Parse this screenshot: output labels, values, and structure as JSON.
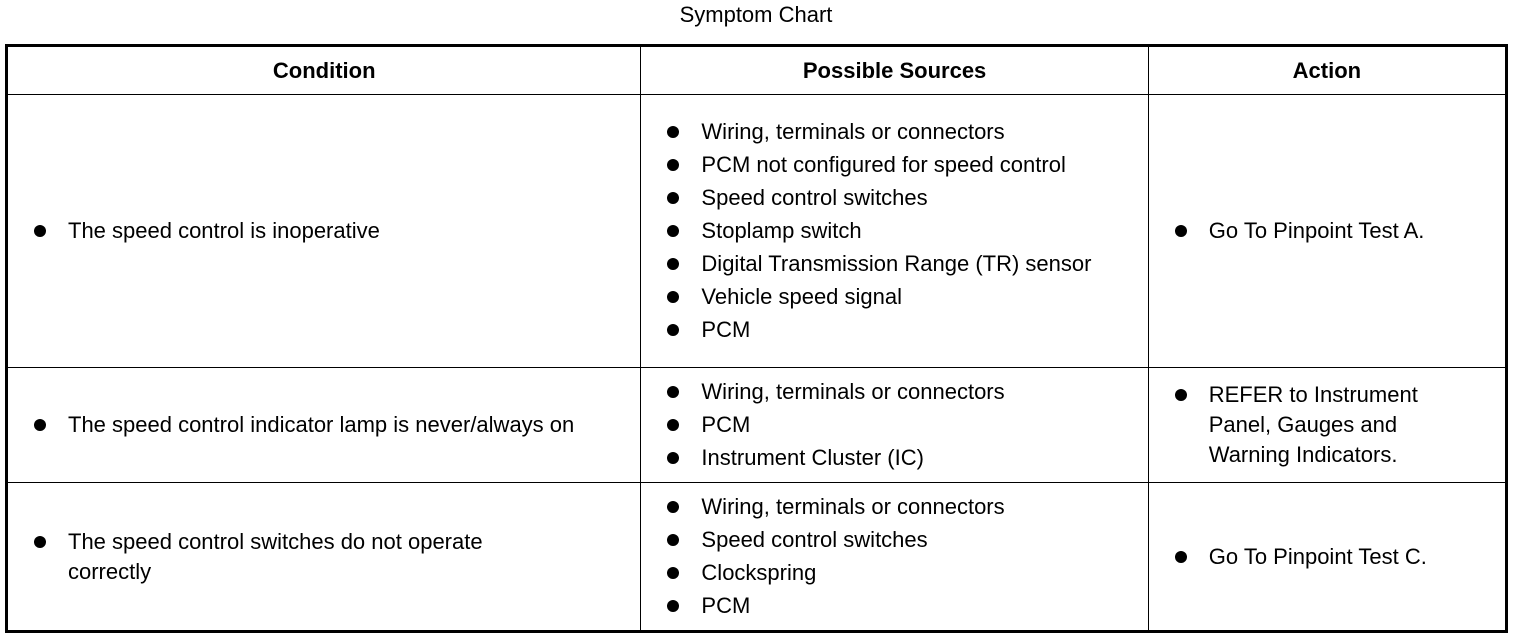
{
  "title": "Symptom Chart",
  "headers": {
    "condition": "Condition",
    "sources": "Possible Sources",
    "action": "Action"
  },
  "rows": [
    {
      "condition": "The speed control is inoperative",
      "sources": [
        "Wiring, terminals or connectors",
        "PCM not configured for speed control",
        "Speed control switches",
        "Stoplamp switch",
        "Digital Transmission Range (TR) sensor",
        "Vehicle speed signal",
        "PCM"
      ],
      "action": "Go To Pinpoint Test A."
    },
    {
      "condition": "The speed control indicator lamp is never/always on",
      "sources": [
        "Wiring, terminals or connectors",
        "PCM",
        "Instrument Cluster (IC)"
      ],
      "action": "REFER to Instrument Panel, Gauges and Warning Indicators."
    },
    {
      "condition": "The speed control switches do not operate correctly",
      "sources": [
        "Wiring, terminals or connectors",
        "Speed control switches",
        "Clockspring",
        "PCM"
      ],
      "action": "Go To Pinpoint Test C."
    }
  ]
}
